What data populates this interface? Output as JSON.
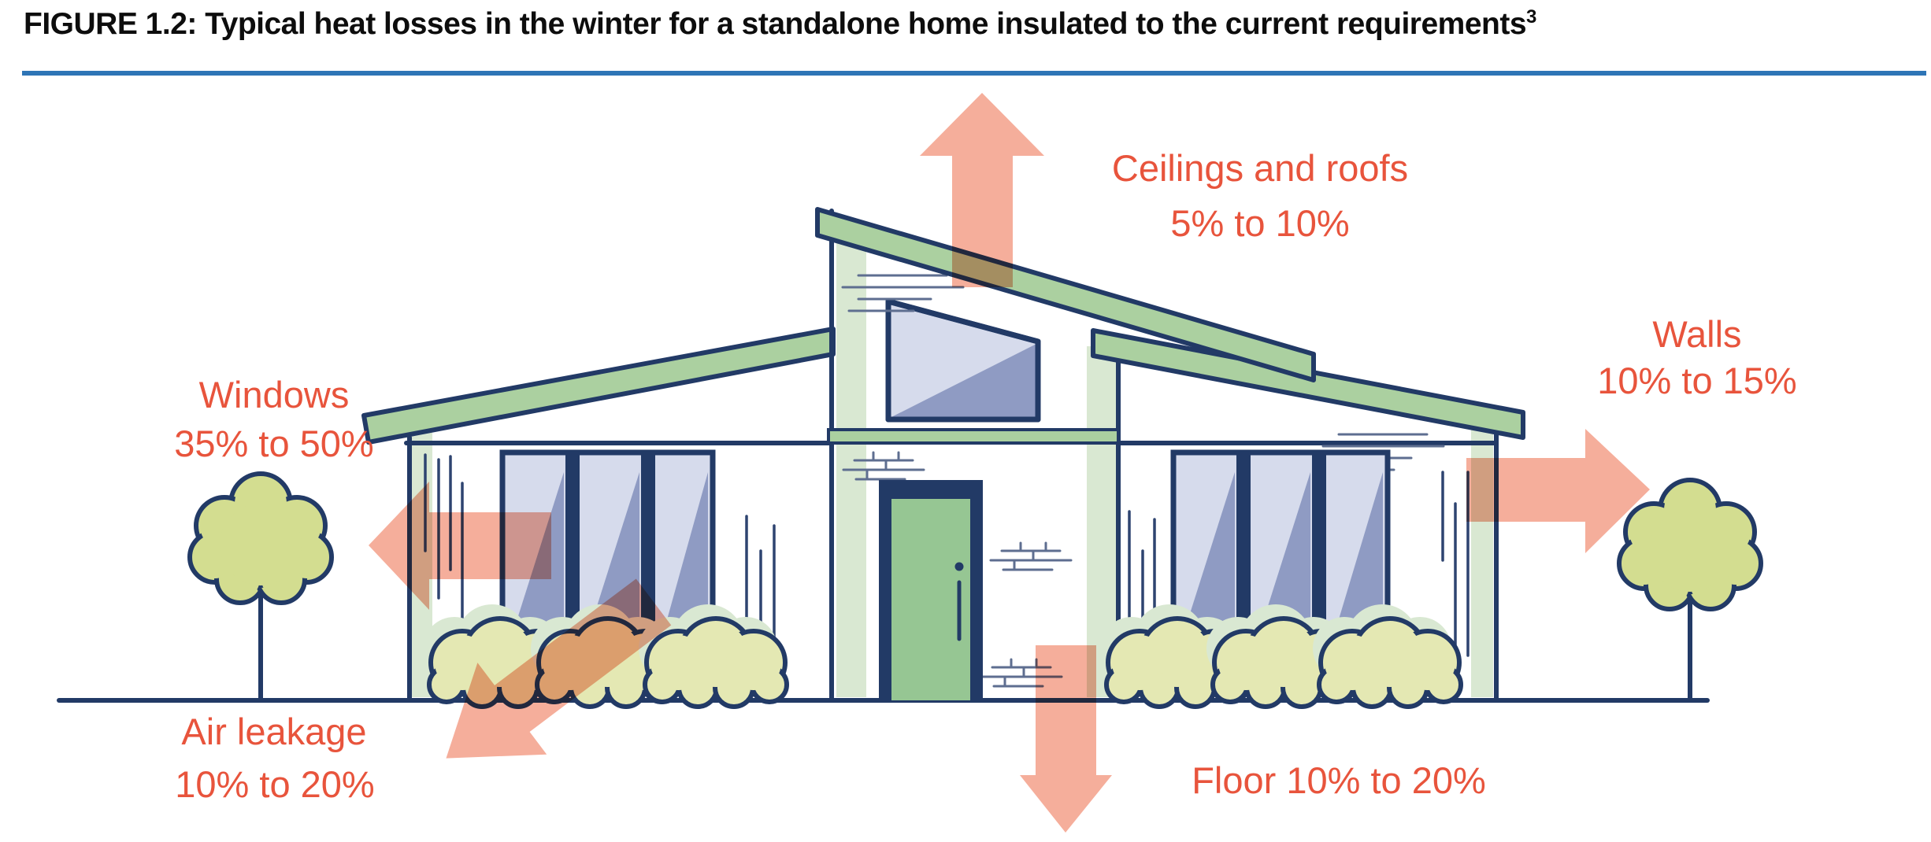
{
  "page": {
    "title": "FIGURE 1.2: Typical heat losses in the winter for a standalone home insulated to the current requirements",
    "title_footnote_marker": "3"
  },
  "diagram": {
    "annotations": {
      "ceilings": {
        "line1": "Ceilings and roofs",
        "line2": "5% to 10%"
      },
      "walls": {
        "line1": "Walls",
        "line2": "10% to 15%"
      },
      "windows": {
        "line1": "Windows",
        "line2": "35% to 50%"
      },
      "air_leakage": {
        "line1": "Air leakage",
        "line2": "10% to 20%"
      },
      "floor": {
        "line1": "Floor 10% to 20%"
      }
    },
    "colors": {
      "label_red": "#E8543C",
      "outline_navy": "#223A66",
      "roof_green": "#ABD0A0",
      "band_green": "#D9E8D2",
      "door_green": "#96C693",
      "window_light": "#D6DBEC",
      "window_dark": "#8F9BC3",
      "bush_fill": "#E4E8B3",
      "tree_fill": "#D3DD90",
      "arrow_salmon": "#F5A793",
      "rule_blue": "#2E75B6",
      "detail_gray": "#5E6E90"
    }
  }
}
